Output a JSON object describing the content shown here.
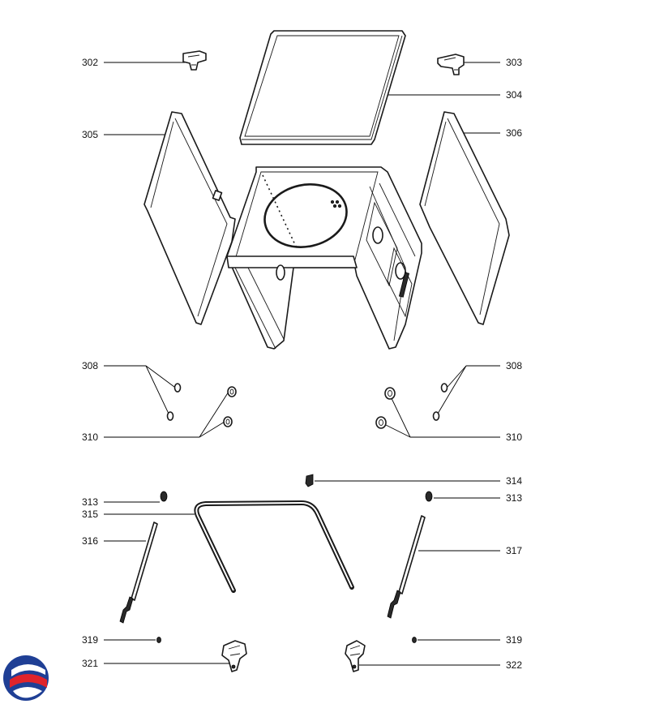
{
  "labels": {
    "p302": "302",
    "p303": "303",
    "p304": "304",
    "p305": "305",
    "p306": "306",
    "p308_left": "308",
    "p308_right": "308",
    "p310_left": "310",
    "p310_right": "310",
    "p313_left": "313",
    "p313_right": "313",
    "p314": "314",
    "p315": "315",
    "p316": "316",
    "p317": "317",
    "p319_left": "319",
    "p319_right": "319",
    "p321": "321",
    "p322": "322"
  },
  "colors": {
    "logo_blue": "#1f3f95",
    "logo_red": "#e0242b"
  },
  "icons": {
    "logo": "brand-logo-icon"
  }
}
